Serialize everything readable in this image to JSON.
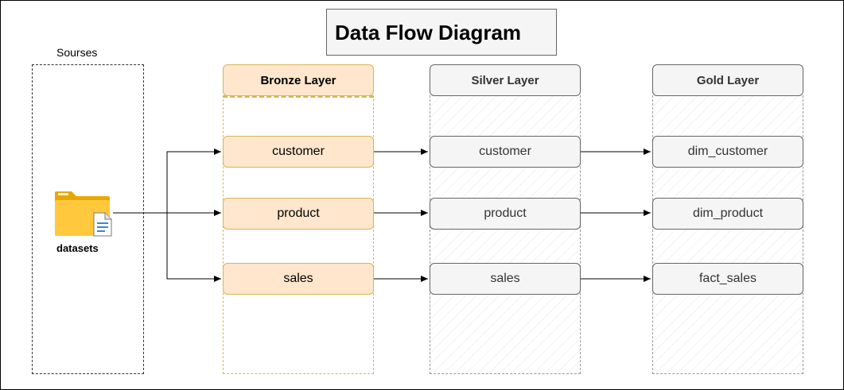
{
  "title": "Data Flow Diagram",
  "sources": {
    "label": "Sourses",
    "item_label": "datasets",
    "item_icon": "folder-document-icon"
  },
  "layers": {
    "bronze": {
      "header": "Bronze Layer",
      "items": [
        "customer",
        "product",
        "sales"
      ],
      "fill": "#ffe6cc",
      "stroke": "#d6b656"
    },
    "silver": {
      "header": "Silver Layer",
      "items": [
        "customer",
        "product",
        "sales"
      ],
      "fill": "#f5f5f5",
      "stroke": "#666666"
    },
    "gold": {
      "header": "Gold Layer",
      "items": [
        "dim_customer",
        "dim_product",
        "fact_sales"
      ],
      "fill": "#f5f5f5",
      "stroke": "#666666"
    }
  }
}
